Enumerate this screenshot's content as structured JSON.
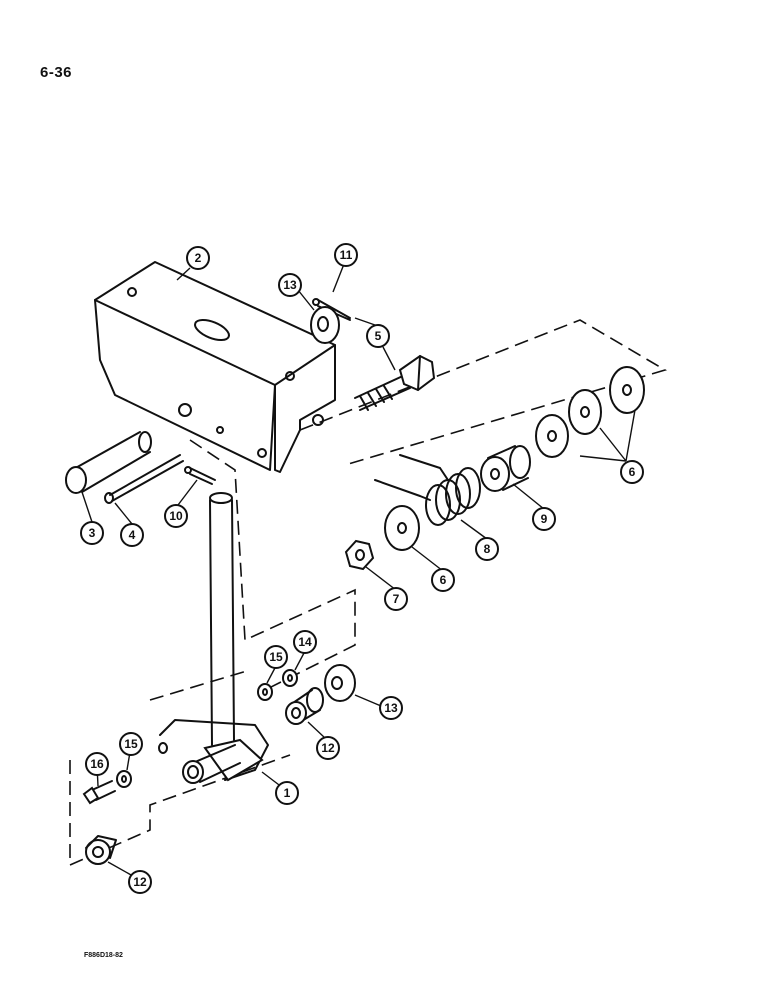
{
  "page": {
    "number": "6-36",
    "figure_code": "F886D18-82"
  },
  "callouts": [
    {
      "id": "c1",
      "label": "1"
    },
    {
      "id": "c2",
      "label": "2"
    },
    {
      "id": "c3",
      "label": "3"
    },
    {
      "id": "c4",
      "label": "4"
    },
    {
      "id": "c5",
      "label": "5"
    },
    {
      "id": "c6a",
      "label": "6"
    },
    {
      "id": "c6b",
      "label": "6"
    },
    {
      "id": "c7",
      "label": "7"
    },
    {
      "id": "c8",
      "label": "8"
    },
    {
      "id": "c9",
      "label": "9"
    },
    {
      "id": "c10",
      "label": "10"
    },
    {
      "id": "c11",
      "label": "11"
    },
    {
      "id": "c12a",
      "label": "12"
    },
    {
      "id": "c12b",
      "label": "12"
    },
    {
      "id": "c13a",
      "label": "13"
    },
    {
      "id": "c13b",
      "label": "13"
    },
    {
      "id": "c14",
      "label": "14"
    },
    {
      "id": "c15a",
      "label": "15"
    },
    {
      "id": "c15b",
      "label": "15"
    },
    {
      "id": "c16",
      "label": "16"
    }
  ]
}
